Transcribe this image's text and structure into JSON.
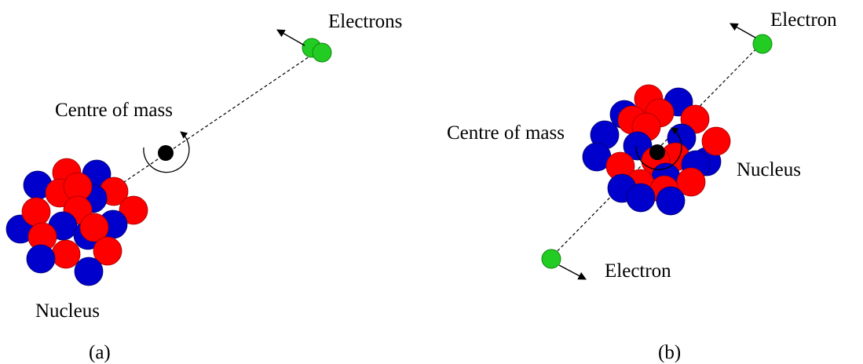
{
  "colors": {
    "proton": "#ff0000",
    "neutron": "#0000cc",
    "electron": "#22cc22",
    "centre": "#000000",
    "line": "#000000"
  },
  "panel_a": {
    "caption": "(a)",
    "electrons_label": "Electrons",
    "centre_label": "Centre of mass",
    "nucleus_label": "Nucleus"
  },
  "panel_b": {
    "caption": "(b)",
    "electron_top_label": "Electron",
    "electron_bottom_label": "Electron",
    "centre_label": "Centre of mass",
    "nucleus_label": "Nucleus"
  }
}
